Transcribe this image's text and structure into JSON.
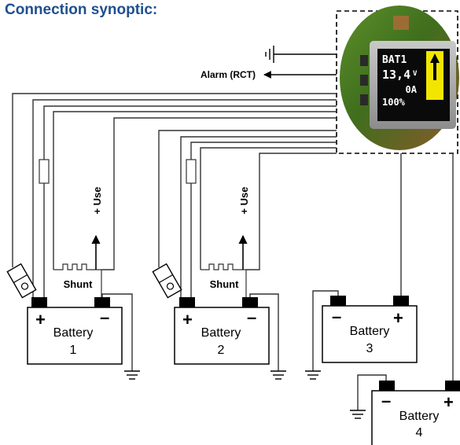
{
  "title": "Connection synoptic:",
  "alarm_label": "Alarm (RCT)",
  "use_label": "+ Use",
  "shunt_label": "Shunt",
  "batteries": [
    {
      "name": "Battery",
      "number": "1",
      "pos_sign": "+",
      "neg_sign": "–"
    },
    {
      "name": "Battery",
      "number": "2",
      "pos_sign": "+",
      "neg_sign": "–"
    },
    {
      "name": "Battery",
      "number": "3",
      "pos_sign": "+",
      "neg_sign": "–"
    },
    {
      "name": "Battery",
      "number": "4",
      "pos_sign": "+",
      "neg_sign": "–"
    }
  ],
  "display": {
    "battery_name": "BAT1",
    "voltage": "13,4",
    "voltage_unit": "V",
    "current": "0A",
    "percent": "100%"
  },
  "colors": {
    "title": "#1f4f8f",
    "wire": "#333333",
    "screen": "#0a0a0a",
    "indicator": "#f2e600",
    "screen_text": "#ffffff"
  }
}
